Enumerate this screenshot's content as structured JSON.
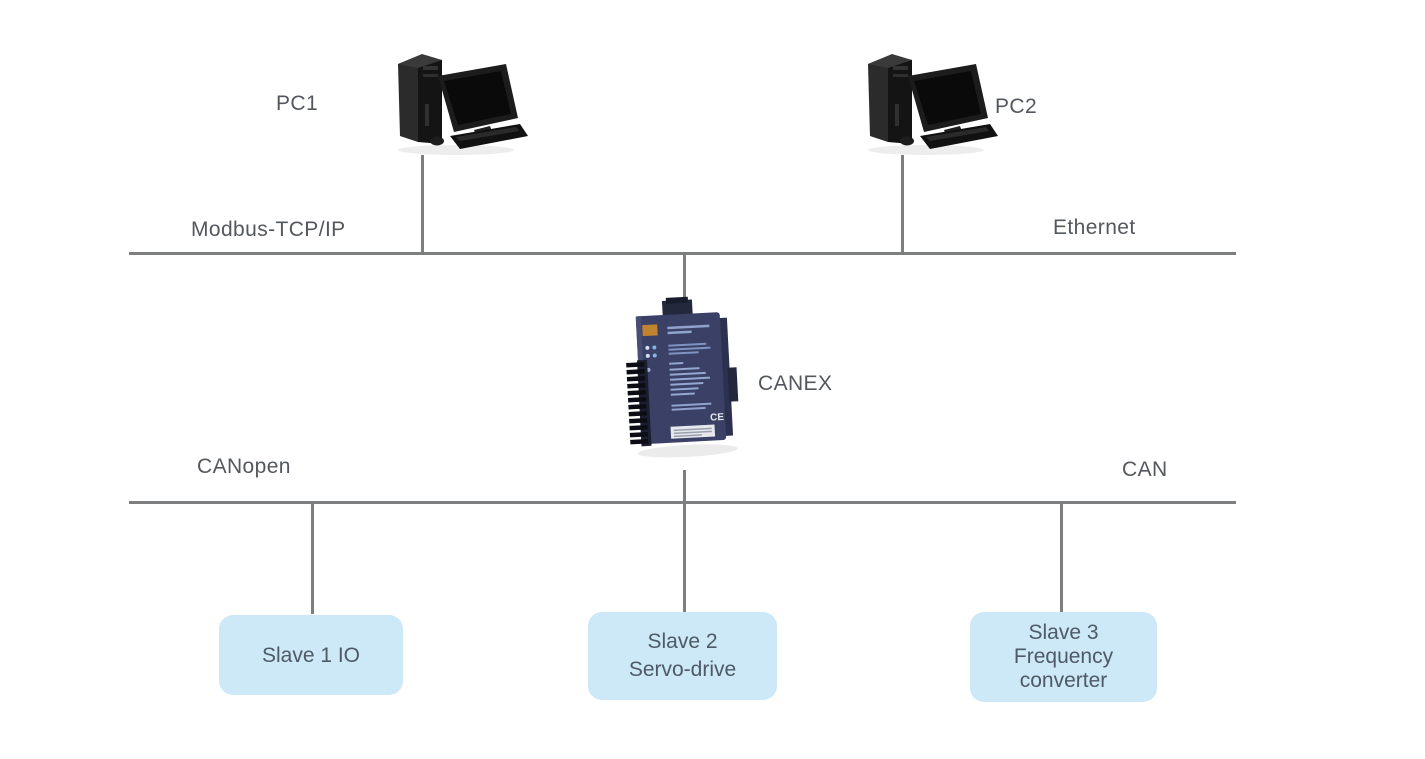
{
  "colors": {
    "box_fill": "#cde8f6",
    "box_text": "#4e5a66",
    "label_text": "#54585e",
    "line": "#7c7e80",
    "device_body": "#3b4166",
    "device_dark": "#23283d",
    "device_accent": "#c08430"
  },
  "nodes": {
    "pc1": {
      "label": "PC1"
    },
    "pc2": {
      "label": "PC2"
    },
    "canex": {
      "label": "CANEX",
      "ce_mark": "CE"
    }
  },
  "buses": {
    "top": {
      "left_label": "Modbus-TCP/IP",
      "right_label": "Ethernet"
    },
    "bottom": {
      "left_label": "CANopen",
      "right_label": "CAN"
    }
  },
  "slaves": [
    {
      "lines": {
        "0": "Slave 1 IO"
      }
    },
    {
      "lines": {
        "0": "Slave 2",
        "1": "Servo-drive"
      }
    },
    {
      "lines": {
        "0": "Slave 3",
        "1": "Frequency",
        "2": "converter"
      }
    }
  ]
}
